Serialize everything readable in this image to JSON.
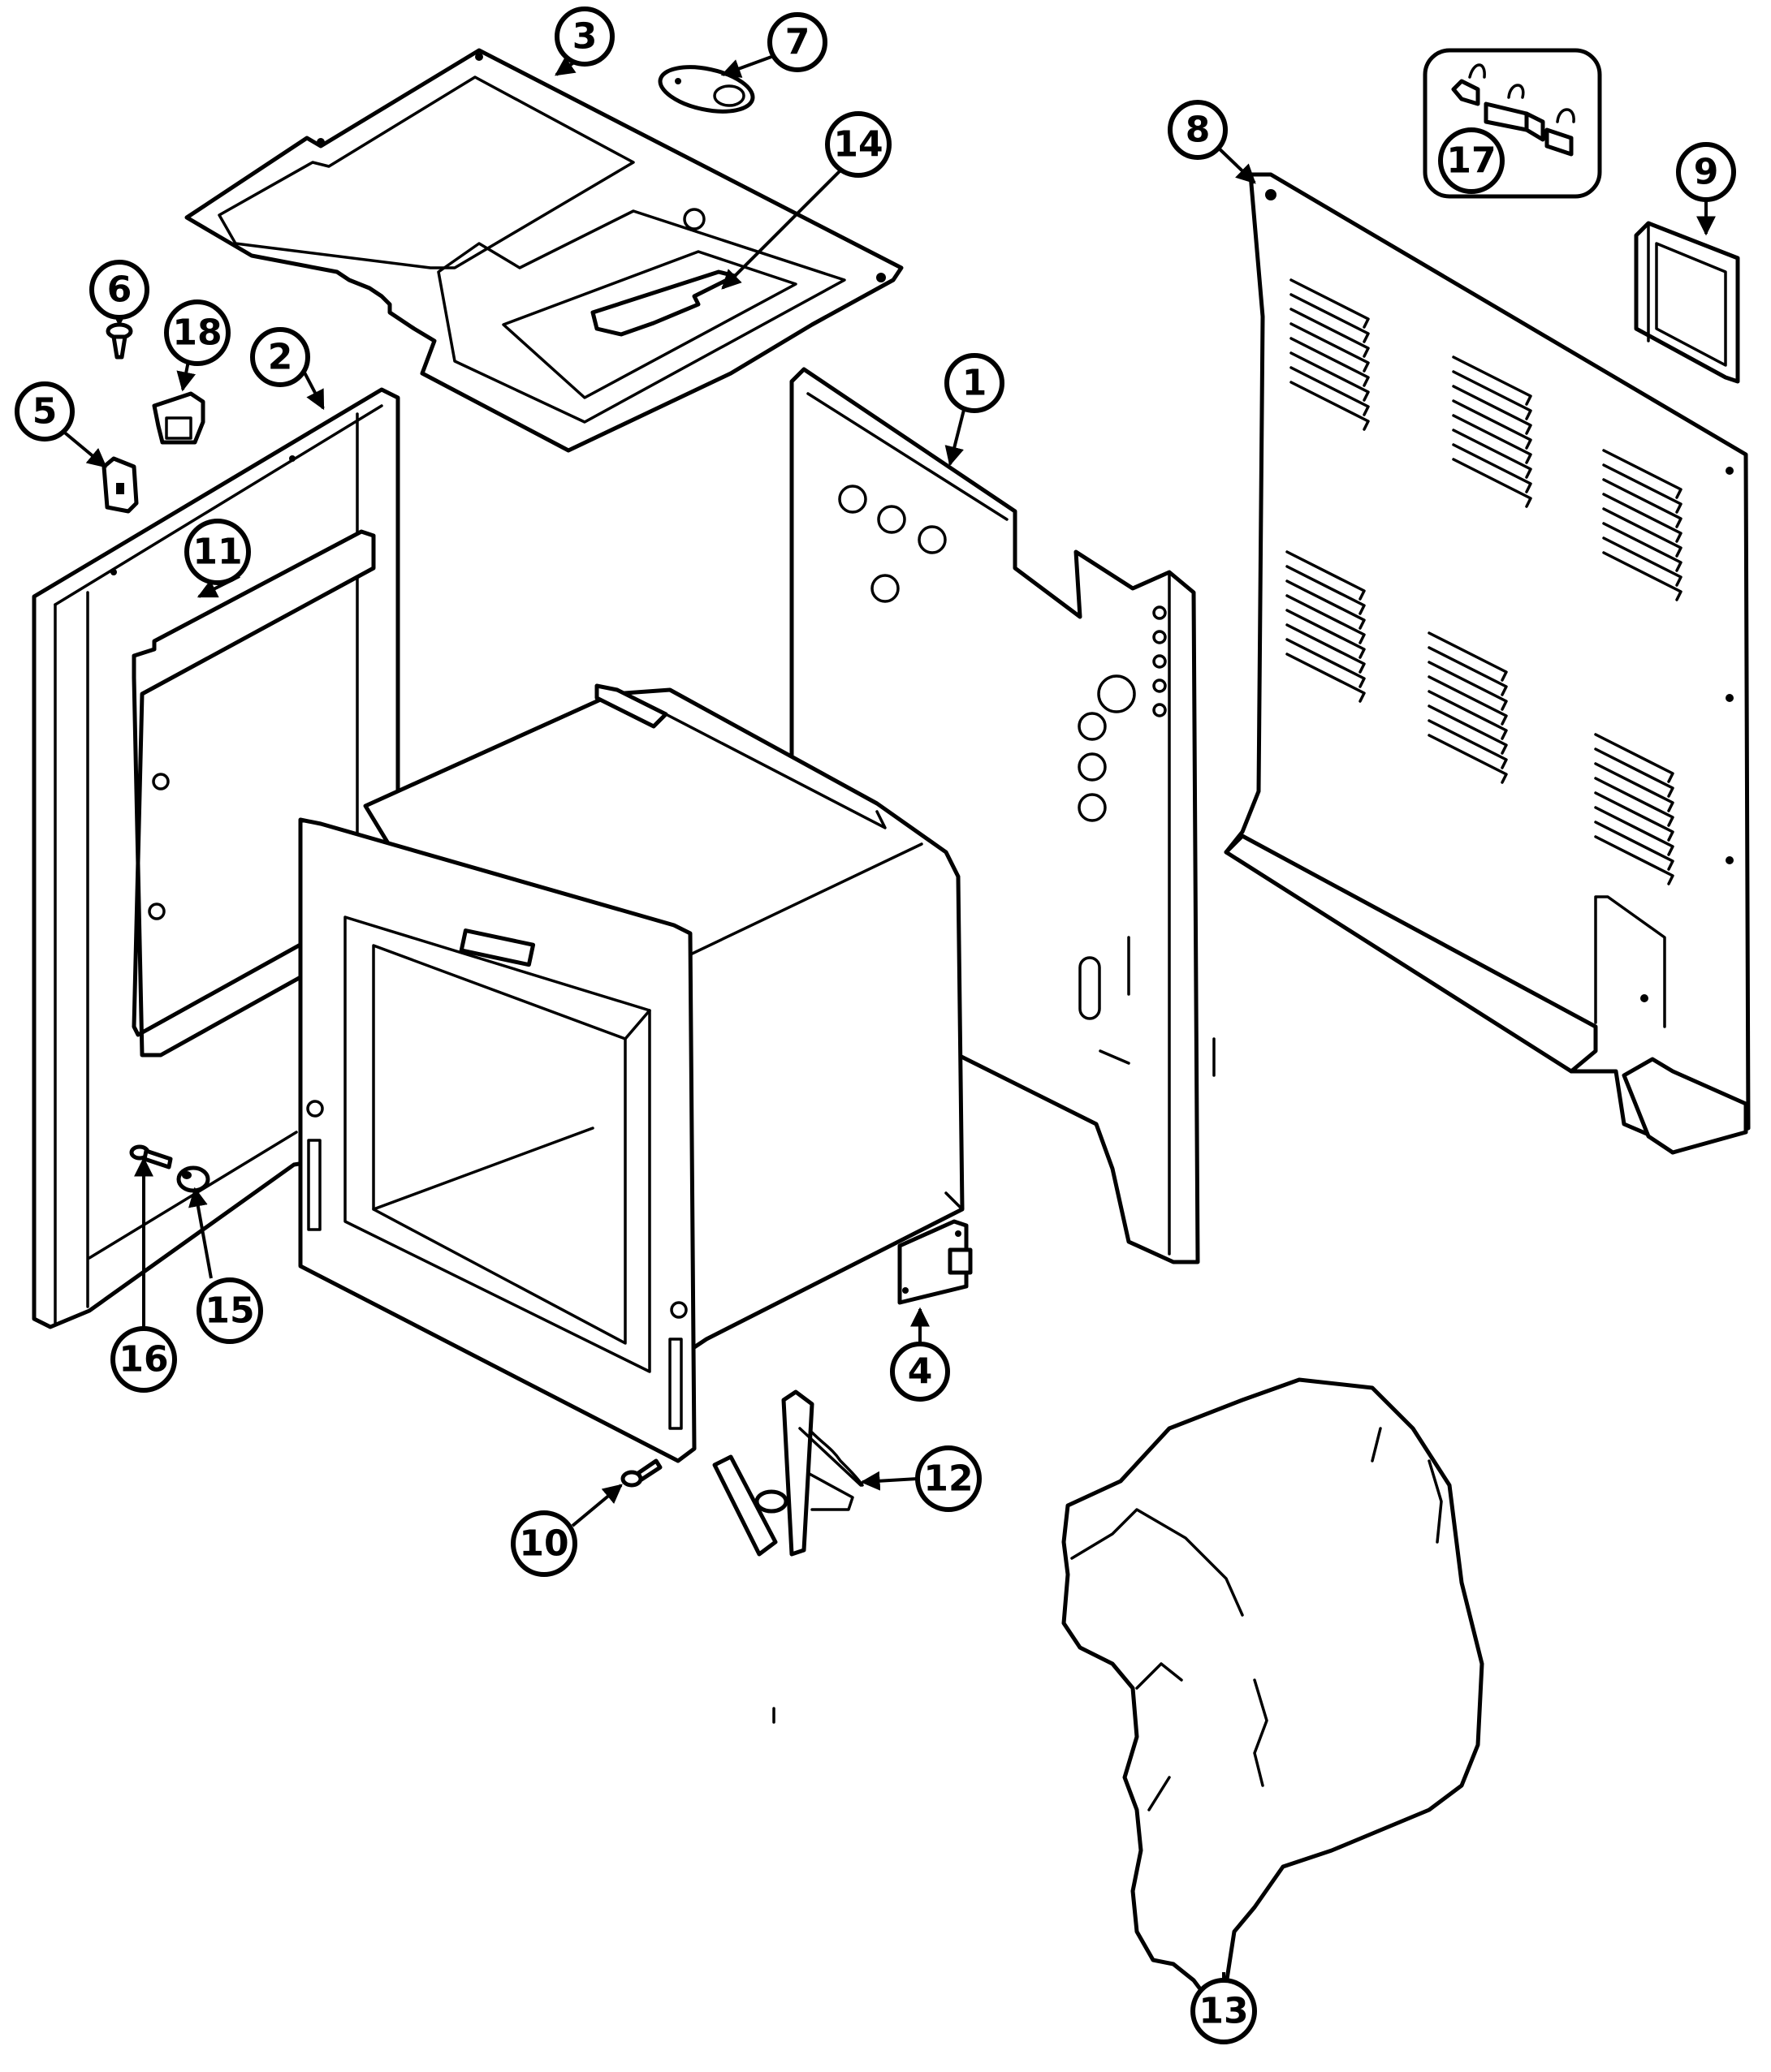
{
  "diagram": {
    "background": "#ffffff",
    "line_color": "#000000",
    "callouts": [
      {
        "id": "1",
        "label": "1"
      },
      {
        "id": "2",
        "label": "2"
      },
      {
        "id": "3",
        "label": "3"
      },
      {
        "id": "4",
        "label": "4"
      },
      {
        "id": "5",
        "label": "5"
      },
      {
        "id": "6",
        "label": "6"
      },
      {
        "id": "7",
        "label": "7"
      },
      {
        "id": "8",
        "label": "8"
      },
      {
        "id": "9",
        "label": "9"
      },
      {
        "id": "10",
        "label": "10"
      },
      {
        "id": "11",
        "label": "11"
      },
      {
        "id": "12",
        "label": "12"
      },
      {
        "id": "13",
        "label": "13"
      },
      {
        "id": "14",
        "label": "14"
      },
      {
        "id": "15",
        "label": "15"
      },
      {
        "id": "16",
        "label": "16"
      },
      {
        "id": "17",
        "label": "17"
      },
      {
        "id": "18",
        "label": "18"
      }
    ]
  }
}
